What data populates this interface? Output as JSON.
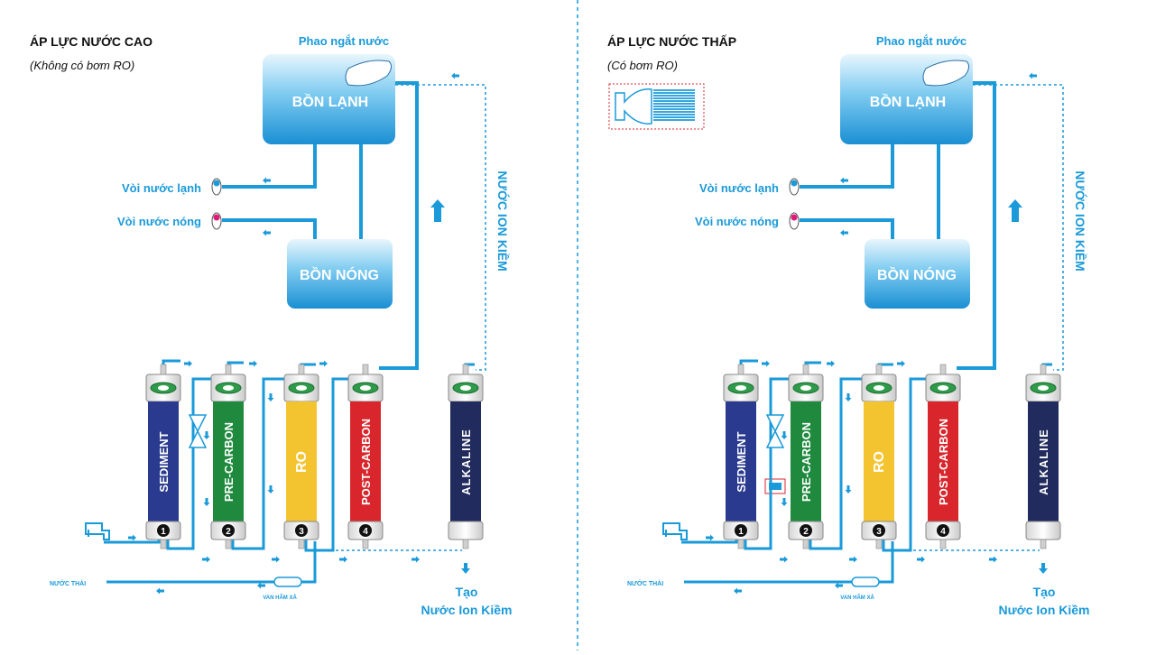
{
  "colors": {
    "pipe": "#1a9ad9",
    "pipe_dark": "#1f7fc4",
    "tank_top": "#e8f6fd",
    "tank_bottom": "#1a8fd3",
    "label_blue": "#1a9ad9",
    "sediment": "#2a3a8f",
    "pre_carbon": "#1f8a3e",
    "ro": "#f4c430",
    "post_carbon": "#d9262c",
    "alkaline": "#222b5e",
    "divider": "#1a9ad9",
    "pump_border": "#d9262c"
  },
  "panels": [
    {
      "title": "ÁP LỰC NƯỚC CAO",
      "subtitle": "(Không có bơm RO)",
      "float_label": "Phao ngắt nước",
      "cold_tank": "BỒN LẠNH",
      "hot_tank": "BỒN NÓNG",
      "cold_tap": "Vòi nước lạnh",
      "hot_tap": "Vòi nước nóng",
      "alkaline_flow": "NƯỚC ION KIỀM",
      "waste": "NƯỚC THẢI",
      "flush_valve": "VAN HÃM XẢ",
      "output_line1": "Tạo",
      "output_line2": "Nước Ion Kiềm",
      "filters": [
        {
          "name": "SEDIMENT",
          "num": "1",
          "color": "sediment"
        },
        {
          "name": "PRE-CARBON",
          "num": "2",
          "color": "pre_carbon"
        },
        {
          "name": "RO",
          "num": "3",
          "color": "ro"
        },
        {
          "name": "POST-CARBON",
          "num": "4",
          "color": "post_carbon"
        },
        {
          "name": "ALKALINE",
          "num": "",
          "color": "alkaline"
        }
      ],
      "has_pump": false
    },
    {
      "title": "ÁP LỰC NƯỚC THẤP",
      "subtitle": "(Có bơm RO)",
      "float_label": "Phao ngắt nước",
      "cold_tank": "BỒN LẠNH",
      "hot_tank": "BỒN NÓNG",
      "cold_tap": "Vòi nước lạnh",
      "hot_tap": "Vòi nước nóng",
      "alkaline_flow": "NƯỚC ION KIỀM",
      "waste": "NƯỚC THẢI",
      "flush_valve": "VAN HÃM XẢ",
      "output_line1": "Tạo",
      "output_line2": "Nước Ion Kiềm",
      "filters": [
        {
          "name": "SEDIMENT",
          "num": "1",
          "color": "sediment"
        },
        {
          "name": "PRE-CARBON",
          "num": "2",
          "color": "pre_carbon"
        },
        {
          "name": "RO",
          "num": "3",
          "color": "ro"
        },
        {
          "name": "POST-CARBON",
          "num": "4",
          "color": "post_carbon"
        },
        {
          "name": "ALKALINE",
          "num": "",
          "color": "alkaline"
        }
      ],
      "has_pump": true
    }
  ]
}
